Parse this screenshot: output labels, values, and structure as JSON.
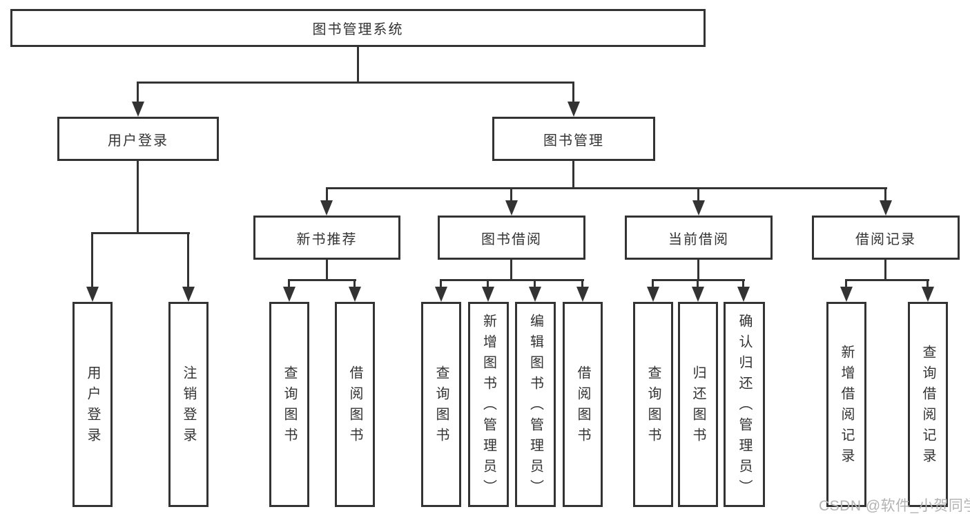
{
  "diagram": {
    "root": {
      "label": "图书管理系统"
    },
    "branches": [
      {
        "label": "用户登录",
        "leaves": [
          {
            "label": "用户登录"
          },
          {
            "label": "注销登录"
          }
        ]
      },
      {
        "label": "图书管理",
        "groups": [
          {
            "label": "新书推荐",
            "leaves": [
              {
                "label": "查询图书"
              },
              {
                "label": "借阅图书"
              }
            ]
          },
          {
            "label": "图书借阅",
            "leaves": [
              {
                "label": "查询图书"
              },
              {
                "label": "新增图书（管理员）"
              },
              {
                "label": "编辑图书（管理员）"
              },
              {
                "label": "借阅图书"
              }
            ]
          },
          {
            "label": "当前借阅",
            "leaves": [
              {
                "label": "查询图书"
              },
              {
                "label": "归还图书"
              },
              {
                "label": "确认归还（管理员）"
              }
            ]
          },
          {
            "label": "借阅记录",
            "leaves": [
              {
                "label": "新增借阅记录"
              },
              {
                "label": "查询借阅记录"
              }
            ]
          }
        ]
      }
    ]
  },
  "watermark": {
    "text": "CSDN @软件_小贺同学"
  },
  "colors": {
    "line": "#333333",
    "text": "#333333",
    "watermark": "#b3b3b3",
    "background": "#ffffff"
  }
}
